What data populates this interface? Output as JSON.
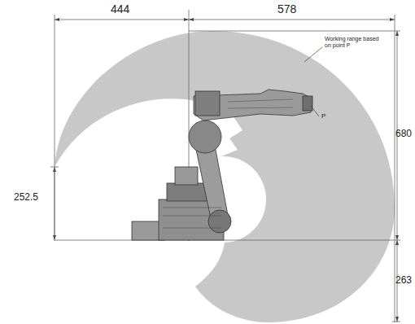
{
  "diagram": {
    "labels": [
      "444",
      "578",
      "Working range based on point P",
      "P",
      "680",
      "252.5",
      "263"
    ]
  }
}
